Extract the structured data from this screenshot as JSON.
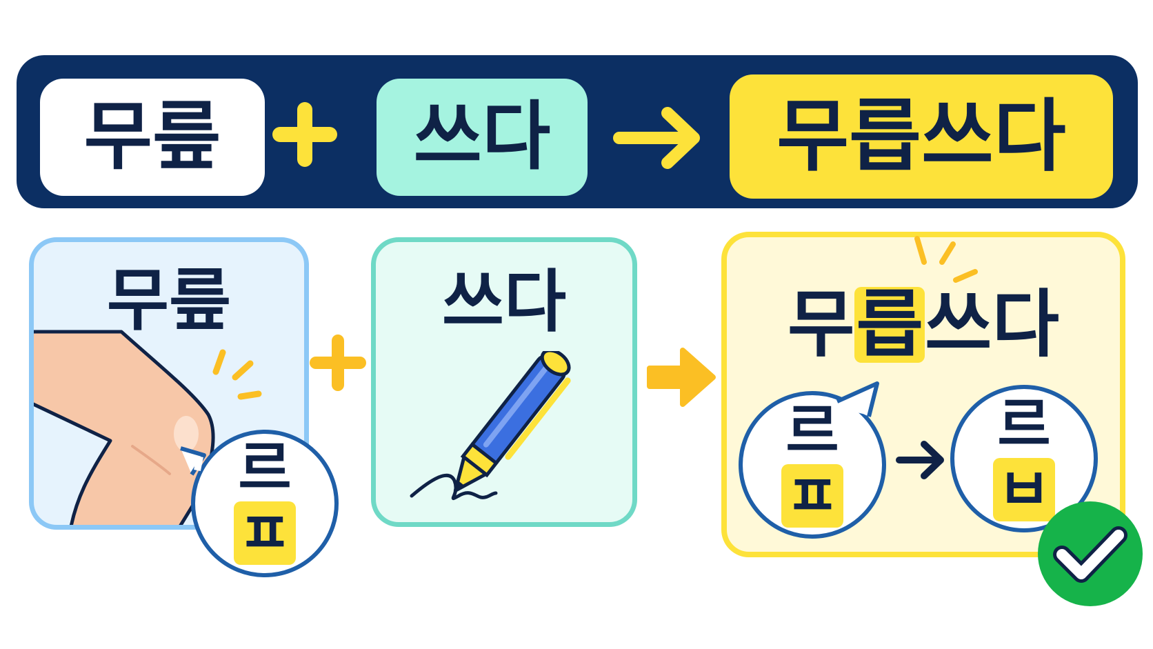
{
  "banner": {
    "word_a": "무릎",
    "word_b": "쓰다",
    "result": "무릅쓰다"
  },
  "panels": {
    "knee": {
      "title": "무릎",
      "bubble_top": "르",
      "bubble_bottom": "ㅍ"
    },
    "write": {
      "title": "쓰다"
    },
    "result": {
      "title_prefix": "무",
      "title_highlight": "릅",
      "title_suffix": "쓰다",
      "from_top": "르",
      "from_bottom": "ㅍ",
      "to_top": "르",
      "to_bottom": "ㅂ"
    }
  },
  "colors": {
    "navy": "#0c2f63",
    "ink": "#0f2246",
    "mint": "#a5f3e0",
    "yellow": "#fde23a",
    "orange": "#fbbf24",
    "sky": "#8cc8f6",
    "teal": "#6fd9c6",
    "ring": "#1f5fa8",
    "green": "#16b34a"
  },
  "icons": [
    "plus-icon",
    "arrow-right-icon",
    "knee-illustration",
    "pain-spark-icon",
    "pen-icon",
    "signature-scribble",
    "speech-bubble",
    "check-circle-icon"
  ]
}
